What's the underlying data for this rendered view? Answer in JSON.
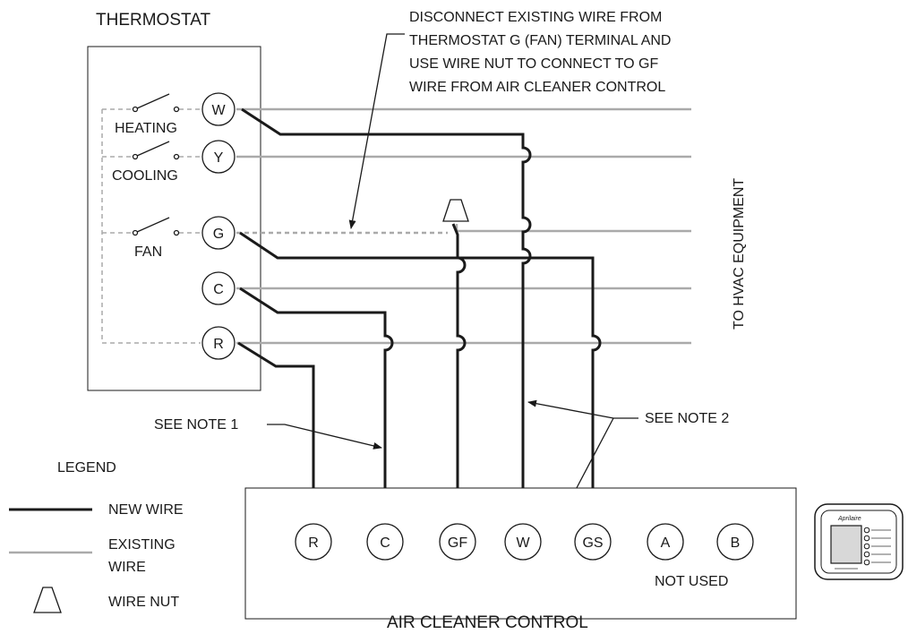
{
  "thermostat": {
    "title": "THERMOSTAT",
    "terminals": [
      "W",
      "Y",
      "G",
      "C",
      "R"
    ],
    "switch_labels": {
      "heating": "HEATING",
      "cooling": "COOLING",
      "fan": "FAN"
    }
  },
  "callout_disconnect": [
    "DISCONNECT EXISTING WIRE FROM",
    "THERMOSTAT G (FAN) TERMINAL AND",
    "USE WIRE NUT TO CONNECT TO GF",
    "WIRE FROM AIR CLEANER CONTROL"
  ],
  "hvac_label": "TO HVAC EQUIPMENT",
  "note1": "SEE NOTE 1",
  "note2": "SEE NOTE 2",
  "legend": {
    "title": "LEGEND",
    "new_wire": "NEW WIRE",
    "existing_wire_line1": "EXISTING",
    "existing_wire_line2": "WIRE",
    "wire_nut": "WIRE NUT"
  },
  "air_cleaner": {
    "title": "AIR CLEANER CONTROL",
    "terminals": [
      "R",
      "C",
      "GF",
      "W",
      "GS",
      "A",
      "B"
    ],
    "not_used": "NOT USED"
  },
  "device_brand": "Aprilaire",
  "colors": {
    "new_wire": "#1a1a1a",
    "existing_wire": "#aaaaaa"
  }
}
